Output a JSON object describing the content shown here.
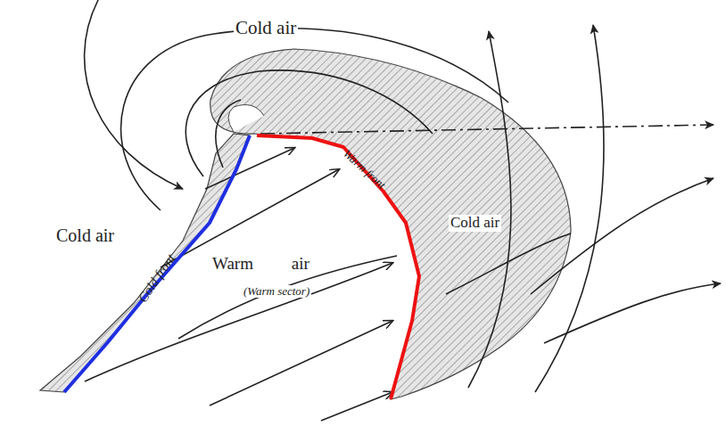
{
  "diagram": {
    "labels": [
      "Cold air",
      "Cold front",
      "Warm front",
      "Cold air",
      "Warm air",
      "(Warm sector)",
      "Cold air"
    ]
  }
}
